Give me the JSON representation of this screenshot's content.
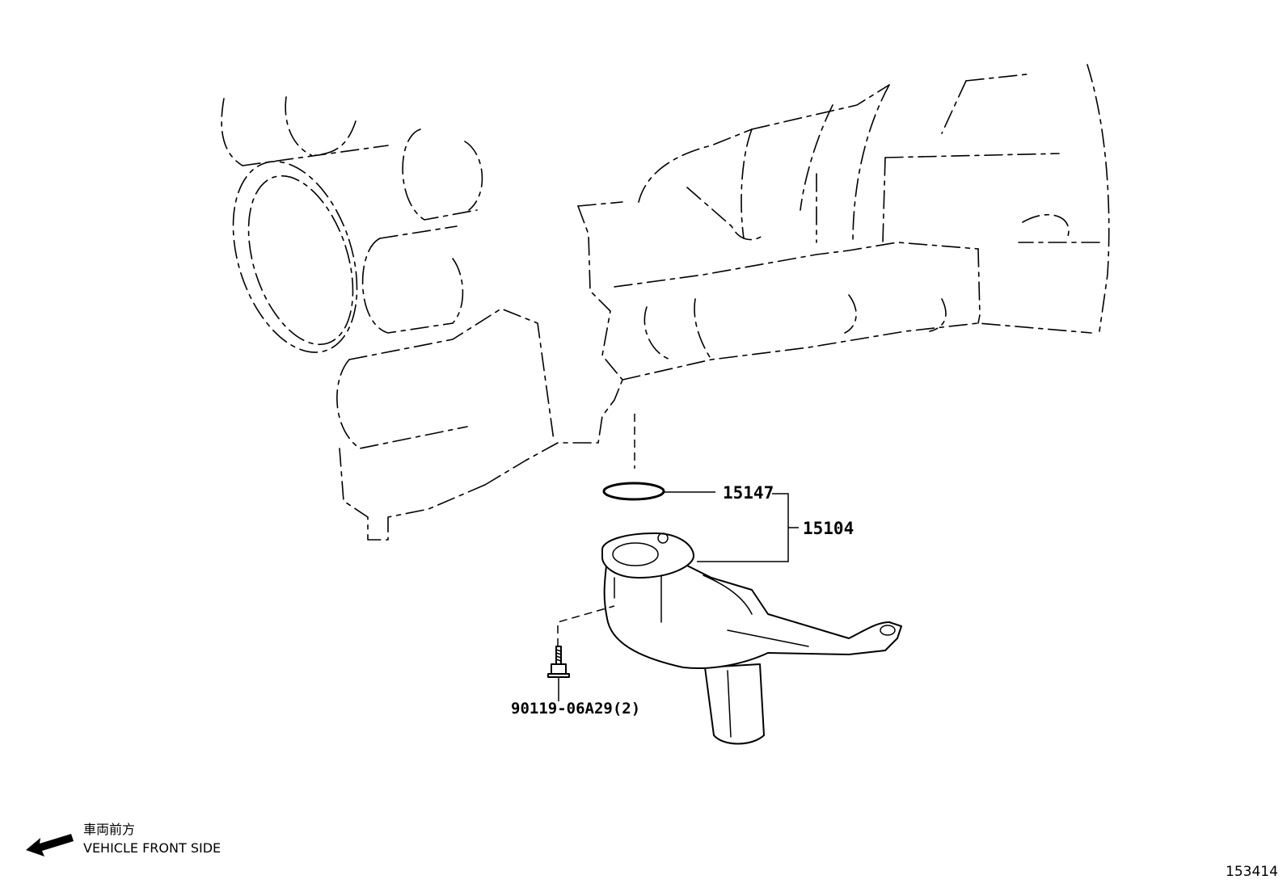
{
  "diagram": {
    "parts": [
      {
        "id": "gasket",
        "label": "15147"
      },
      {
        "id": "strainer-assembly",
        "label": "15104"
      },
      {
        "id": "bolt",
        "label": "90119-06A29(2)"
      }
    ],
    "direction_note": {
      "japanese": "車両前方",
      "english": "VEHICLE FRONT SIDE"
    },
    "figure_number": "153414"
  }
}
